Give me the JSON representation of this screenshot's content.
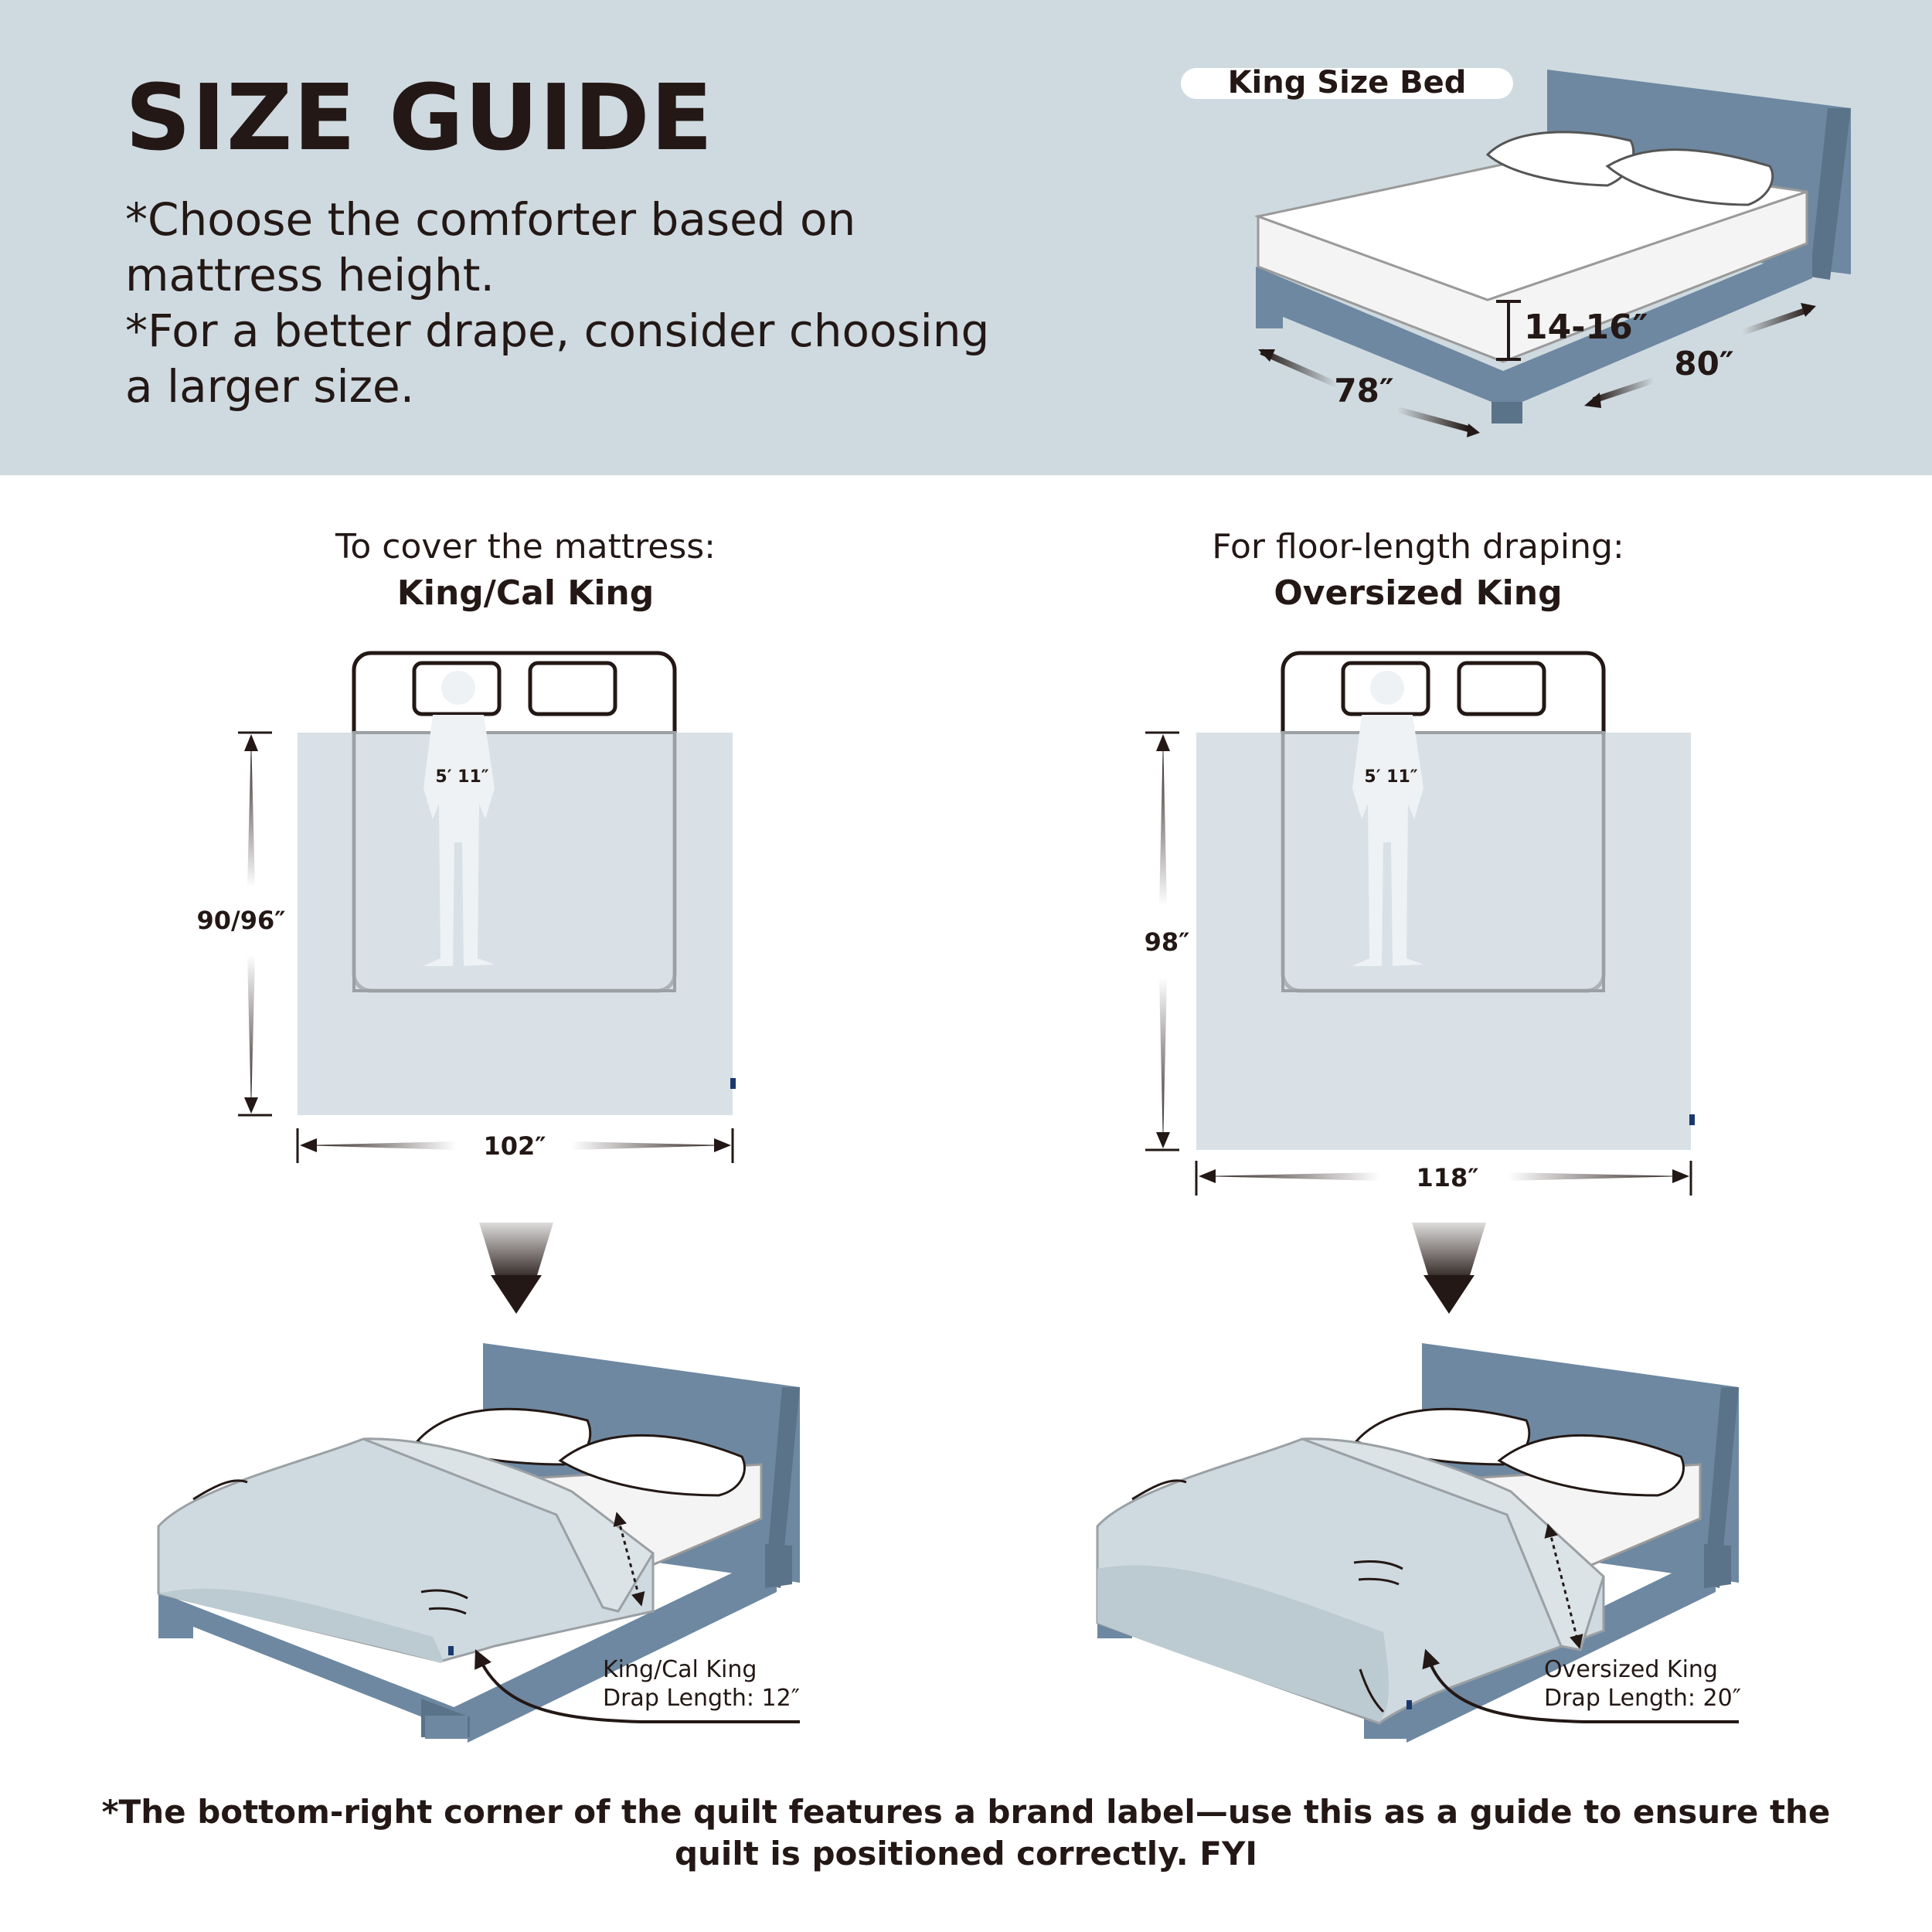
{
  "header": {
    "title": "SIZE GUIDE",
    "note_1_line_1": "*Choose the comforter based on",
    "note_1_line_2": "mattress height.",
    "note_2_line_1": "*For a better drape, consider choosing",
    "note_2_line_2": "a larger size."
  },
  "hero_bed": {
    "badge": "King Size Bed",
    "height_label": "14-16″",
    "width_label": "78″",
    "length_label": "80″"
  },
  "left_panel": {
    "heading": "To cover the mattress:",
    "size_name": "King/Cal King",
    "person_height": "5′ 11″",
    "length_label": "90/96″",
    "width_label": "102″",
    "drape_line_1": "King/Cal King",
    "drape_line_2": "Drap Length: 12″"
  },
  "right_panel": {
    "heading": "For floor-length draping:",
    "size_name": "Oversized King",
    "person_height": "5′ 11″",
    "length_label": "98″",
    "width_label": "118″",
    "drape_line_1": "Oversized King",
    "drape_line_2": "Drap Length: 20″"
  },
  "footer": {
    "line_1": "*The bottom-right corner of the quilt features a brand label—use this as a guide to ensure the",
    "line_2": "quilt is positioned correctly.  FYI"
  },
  "colors": {
    "header_band": "#cfdae0",
    "bed_frame": "#6e88a1",
    "quilt": "#d9e2e6",
    "text": "#231815",
    "brand_label": "#1a3a6e"
  }
}
